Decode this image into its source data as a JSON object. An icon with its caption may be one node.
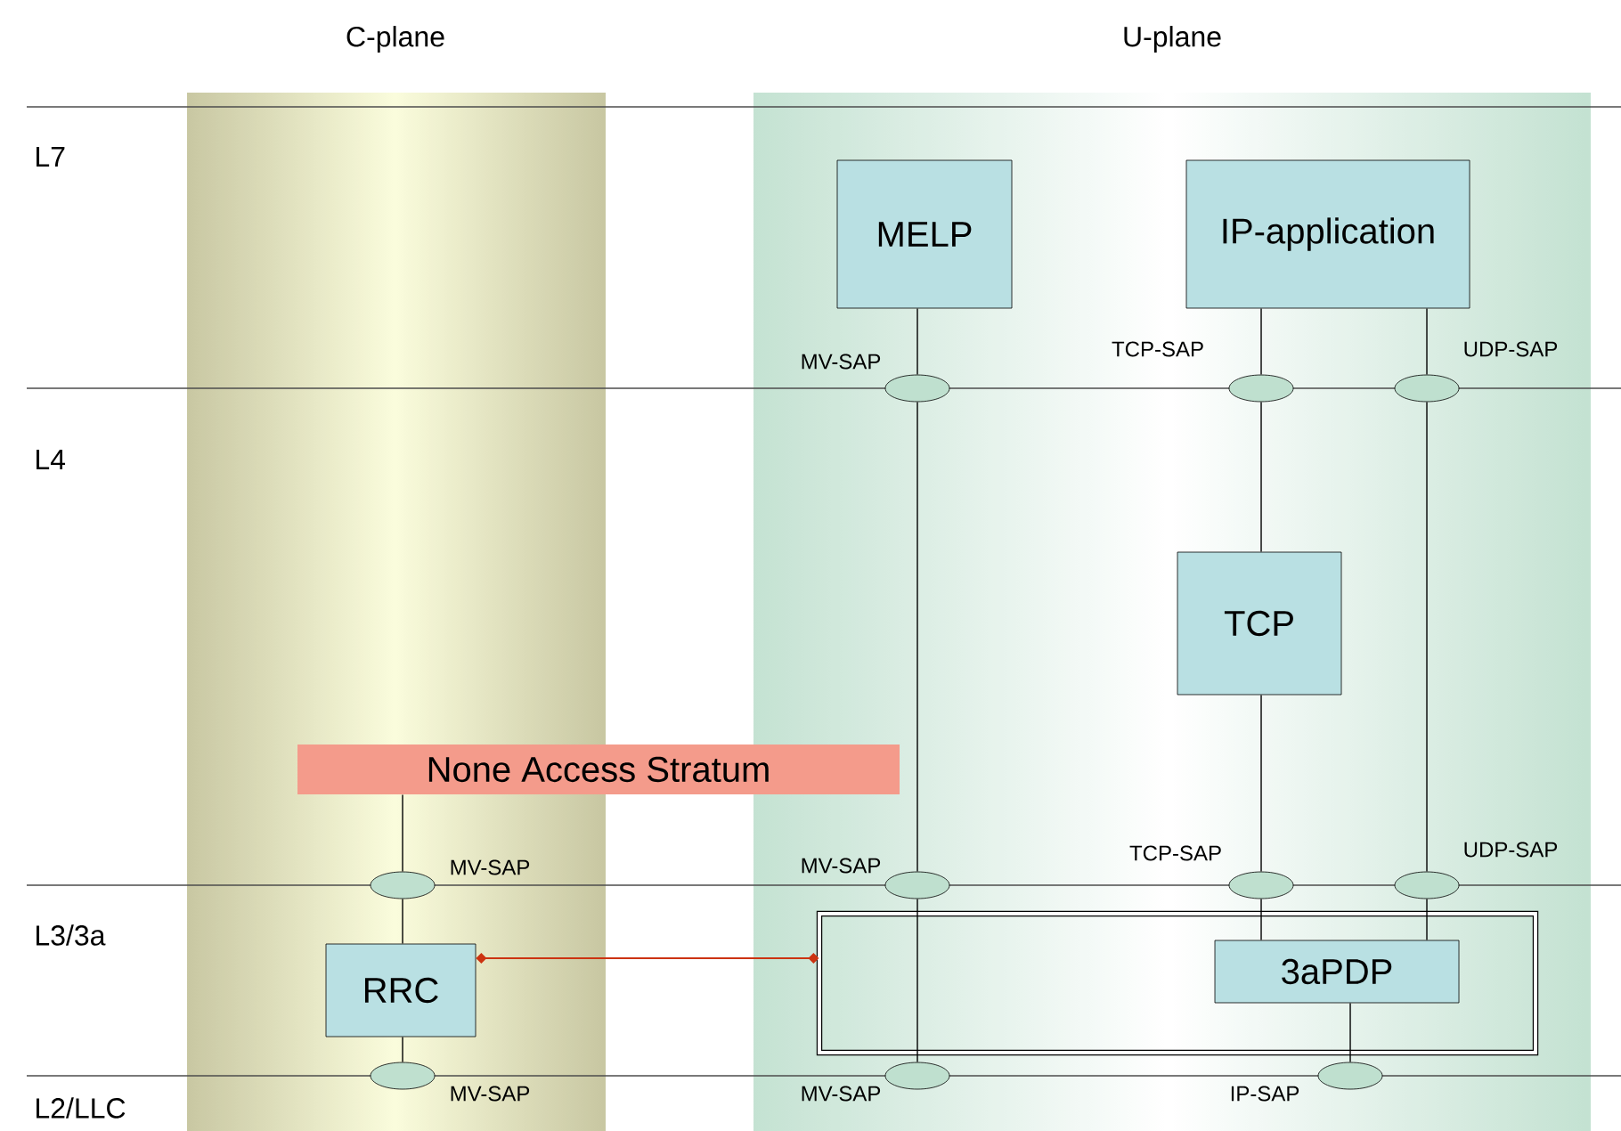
{
  "diagram": {
    "nodes": [
      {
        "text": [
          "MELP"
        ]
      },
      {
        "text": [
          "IP-application"
        ]
      },
      {
        "text": [
          "TCP"
        ]
      },
      {
        "text": [
          "None Access Stratum"
        ]
      },
      {
        "text": [
          "RRC"
        ]
      },
      {
        "text": [],
        "shape": "box"
      },
      {
        "text": [
          "3aPDP"
        ],
        "in": 5
      },
      {
        "text": [],
        "shape": "ellipse",
        "beside": [
          "MV-SAP"
        ]
      },
      {
        "text": [],
        "shape": "ellipse",
        "beside": [
          "TCP-SAP"
        ]
      },
      {
        "text": [],
        "shape": "ellipse",
        "beside": [
          "UDP-SAP"
        ]
      },
      {
        "text": [],
        "shape": "ellipse",
        "beside": [
          "MV-SAP"
        ]
      },
      {
        "text": [],
        "shape": "ellipse",
        "beside": [
          "MV-SAP"
        ]
      },
      {
        "text": [],
        "shape": "ellipse",
        "beside": [
          "TCP-SAP"
        ]
      },
      {
        "text": [],
        "shape": "ellipse",
        "beside": [
          "UDP-SAP"
        ]
      },
      {
        "text": [],
        "shape": "ellipse",
        "beside": [
          "MV-SAP"
        ]
      },
      {
        "text": [],
        "shape": "ellipse",
        "beside": [
          "MV-SAP"
        ]
      },
      {
        "text": [],
        "shape": "ellipse",
        "beside": [
          "IP-SAP"
        ]
      }
    ],
    "edges": [
      {
        "from": 0,
        "to": 7,
        "arrow": "none"
      },
      {
        "from": 7,
        "to": 11,
        "arrow": "none"
      },
      {
        "from": 11,
        "to": 15,
        "arrow": "none"
      },
      {
        "from": 1,
        "to": 8,
        "arrow": "none"
      },
      {
        "from": 8,
        "to": 2,
        "arrow": "none"
      },
      {
        "from": 2,
        "to": 12,
        "arrow": "none"
      },
      {
        "from": 12,
        "to": 6,
        "arrow": "none"
      },
      {
        "from": 1,
        "to": 9,
        "arrow": "none"
      },
      {
        "from": 9,
        "to": 13,
        "arrow": "none"
      },
      {
        "from": 13,
        "to": 6,
        "arrow": "none"
      },
      {
        "from": 6,
        "to": 16,
        "arrow": "none"
      },
      {
        "from": 3,
        "to": 10,
        "arrow": "none"
      },
      {
        "from": 10,
        "to": 4,
        "arrow": "none"
      },
      {
        "from": 4,
        "to": 14,
        "arrow": "none"
      },
      {
        "from": 4,
        "to": 5,
        "arrow": "other",
        "color": "#cc3311"
      }
    ],
    "labels": [
      "C-plane",
      "U-plane",
      "L7",
      "L4",
      "L3/3a",
      "L2/LLC"
    ]
  }
}
